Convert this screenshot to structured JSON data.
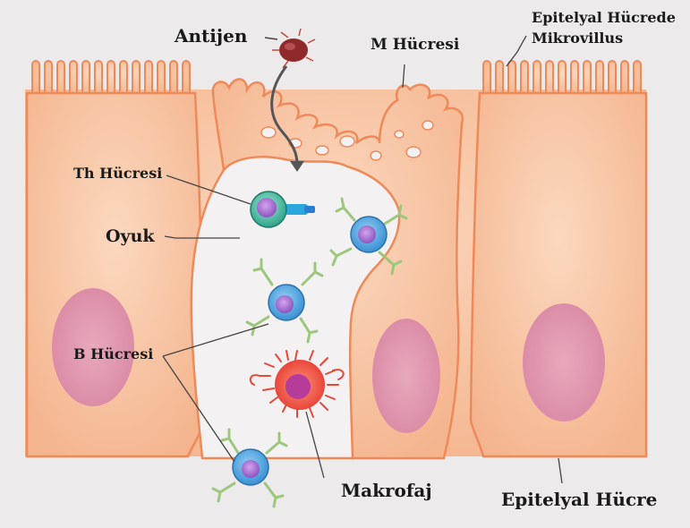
{
  "labels": {
    "antigen": "Antijen",
    "m_cell": "M Hücresi",
    "microvillus_line1": "Epitelyal Hücrede",
    "microvillus_line2": "Mikrovillus",
    "th_cell": "Th Hücresi",
    "pocket": "Oyuk",
    "b_cell": "B Hücresi",
    "macrophage": "Makrofaj",
    "epithelial_cell": "Epitelyal Hücre"
  },
  "colors": {
    "background": "#eceaeb",
    "cell_fill": "#f7c3a0",
    "cell_outline": "#ee8a5a",
    "pocket_fill": "#f3f1f2",
    "nucleus": "#e39ab0",
    "b_cell": "#5aaee6",
    "b_cell_nucleus": "#a874d0",
    "antibody": "#9cc77c",
    "macrophage": "#e8483c",
    "antigen": "#8e2a2a"
  }
}
